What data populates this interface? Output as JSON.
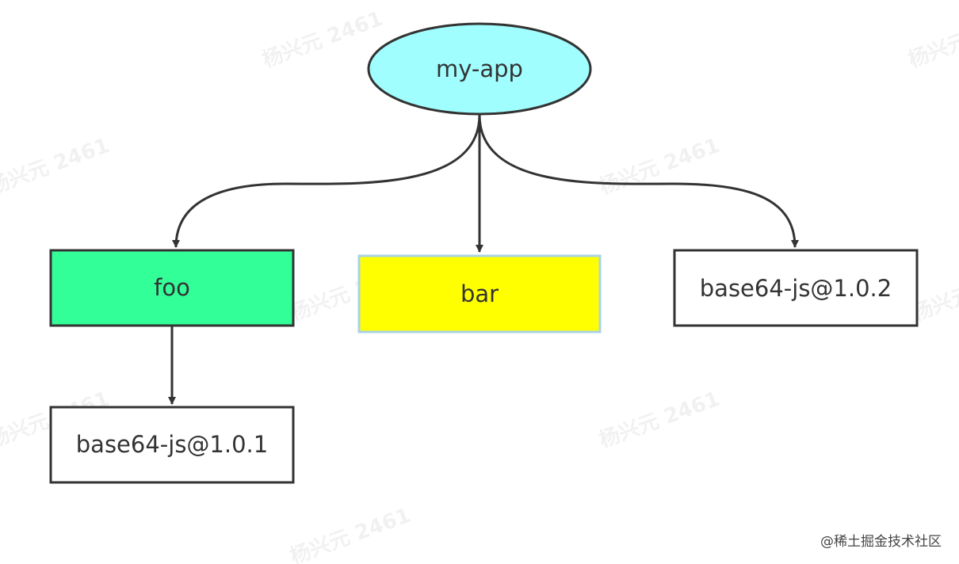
{
  "diagram": {
    "type": "tree",
    "nodes": [
      {
        "id": "my-app",
        "label": "my-app",
        "shape": "ellipse",
        "fill": "#A1FEFF",
        "stroke": "#333333"
      },
      {
        "id": "foo",
        "label": "foo",
        "shape": "rect",
        "fill": "#33FF99",
        "stroke": "#333333"
      },
      {
        "id": "bar",
        "label": "bar",
        "shape": "rect",
        "fill": "#FFFF00",
        "stroke": "#A8D3E6"
      },
      {
        "id": "base64-js-102",
        "label": "base64-js@1.0.2",
        "shape": "rect",
        "fill": "#FFFFFF",
        "stroke": "#333333"
      },
      {
        "id": "base64-js-101",
        "label": "base64-js@1.0.1",
        "shape": "rect",
        "fill": "#FFFFFF",
        "stroke": "#333333"
      }
    ],
    "edges": [
      {
        "from": "my-app",
        "to": "foo"
      },
      {
        "from": "my-app",
        "to": "bar"
      },
      {
        "from": "my-app",
        "to": "base64-js-102"
      },
      {
        "from": "foo",
        "to": "base64-js-101"
      }
    ],
    "edge_color": "#333333"
  },
  "watermark_text": "杨兴元 2461",
  "credit": "@稀土掘金技术社区"
}
